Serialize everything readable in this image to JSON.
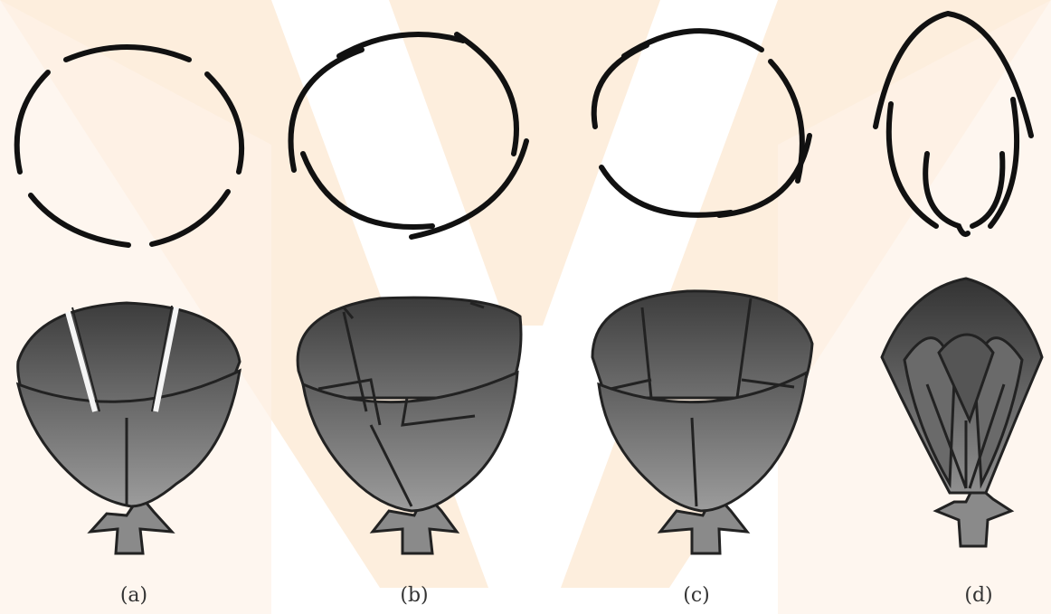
{
  "labels": {
    "a": "(a)",
    "b": "(b)",
    "c": "(c)",
    "d": "(d)"
  },
  "colors": {
    "background": "#ffffff",
    "watermark": "#fdeedd",
    "outline": "#111111",
    "petal_dark": "#3a3a3a",
    "petal_light": "#9a9a9a"
  },
  "watermark_icon": "large-v-watermark"
}
